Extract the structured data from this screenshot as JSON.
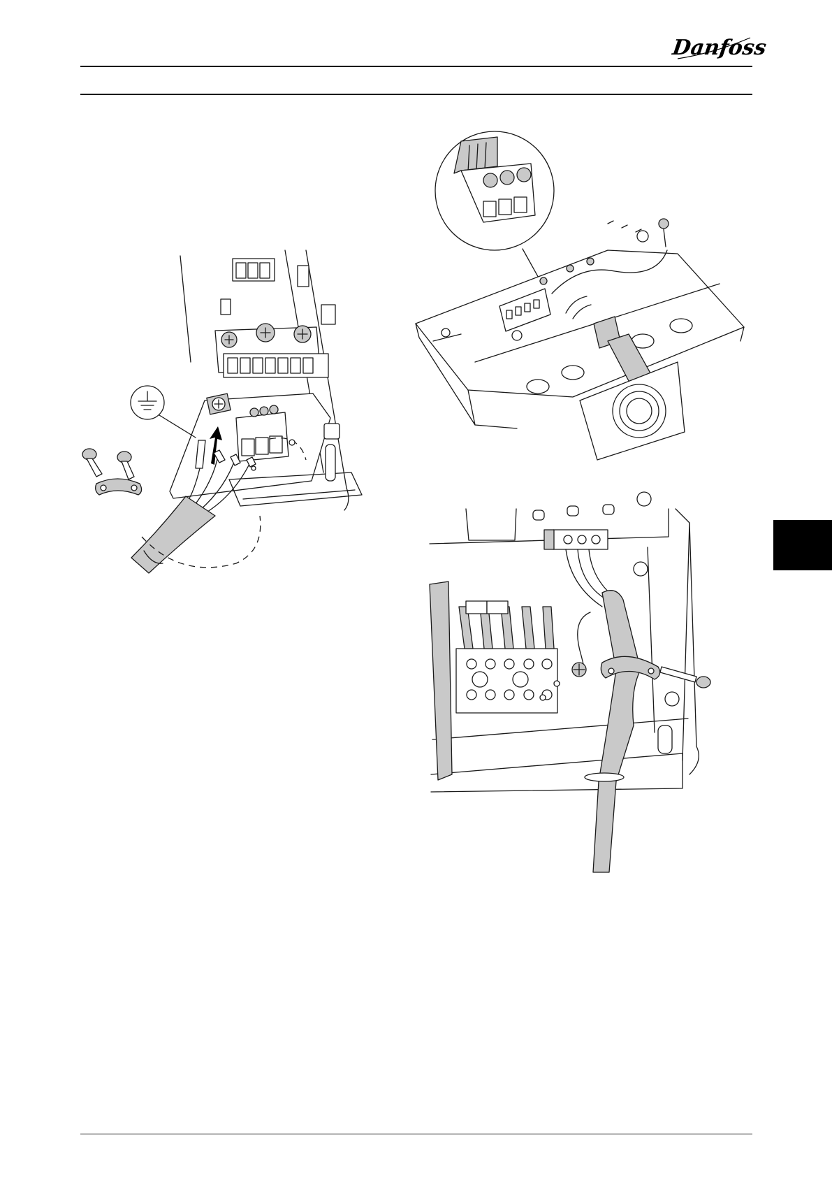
{
  "header": {
    "brand": "Danfoss",
    "brand_color": "#000000"
  },
  "chapter_tab": {
    "color": "#000000"
  },
  "figures": [
    {
      "id": "left",
      "icons": [
        "ground-symbol-icon",
        "screw-icon",
        "cable-clamp-icon",
        "arrow-up-icon"
      ]
    },
    {
      "id": "top-right",
      "icons": [
        "connector-detail-icon",
        "cable-gland-icon",
        "fan-icon"
      ]
    },
    {
      "id": "bottom-right",
      "icons": [
        "terminal-block-icon",
        "cable-clamp-icon",
        "screw-icon"
      ]
    }
  ]
}
